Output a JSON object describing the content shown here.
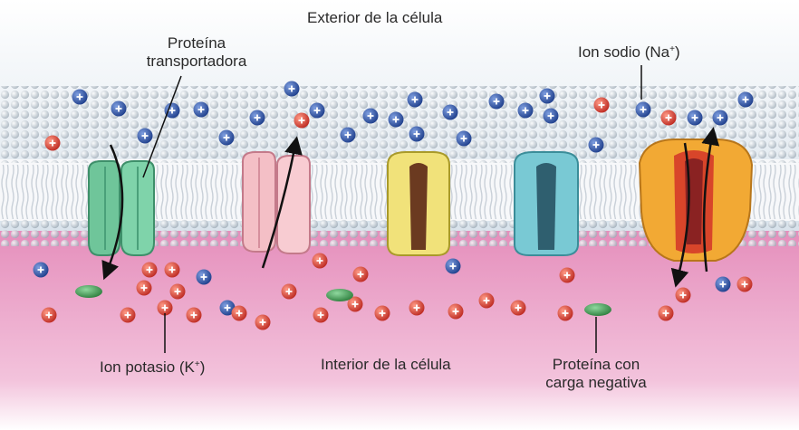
{
  "labels": {
    "exterior": "Exterior de la célula",
    "carrier_line1": "Proteína",
    "carrier_line2": "transportadora",
    "sodium_text": "Ion sodio (Na",
    "sodium_sup": "+",
    "sodium_close": ")",
    "potassium_text": "Ion potasio (K",
    "potassium_sup": "+",
    "potassium_close": ")",
    "interior": "Interior de la célula",
    "negprotein_line1": "Proteína con",
    "negprotein_line2": "carga negativa"
  },
  "colors": {
    "outside": "#dde6ee",
    "inside": "#e99cc4",
    "sodium_ion": "#2f56a8",
    "potassium_ion": "#e0483c",
    "negative_protein": "#3f9a52",
    "channel_green": "#6fc59a",
    "channel_pink": "#f4bfc6",
    "channel_yellow": "#f1e27a",
    "channel_cyan": "#79c9d4",
    "pump_orange": "#f2a934"
  },
  "icons": {
    "sodium": "plus-sign-blue-sphere",
    "potassium": "plus-sign-red-sphere"
  }
}
